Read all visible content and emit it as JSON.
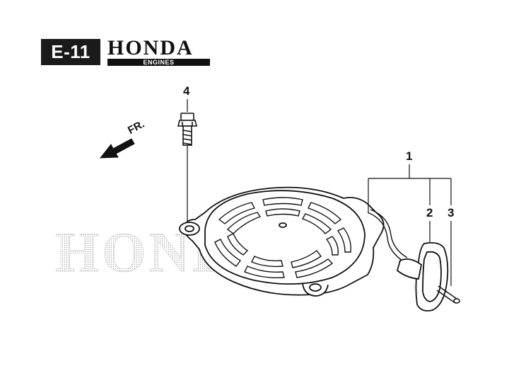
{
  "header": {
    "section_code": "E-11",
    "brand_name": "HONDA",
    "brand_sub": "ENGINES"
  },
  "direction": {
    "label": "FR."
  },
  "callouts": [
    {
      "id": "part-1",
      "label": "1"
    },
    {
      "id": "part-2",
      "label": "2"
    },
    {
      "id": "part-3",
      "label": "3"
    },
    {
      "id": "part-4",
      "label": "4"
    }
  ],
  "watermark": "HONDA",
  "colors": {
    "line": "#111111",
    "watermark": "#bfbfbf",
    "header_bg": "#1a1a1a"
  }
}
